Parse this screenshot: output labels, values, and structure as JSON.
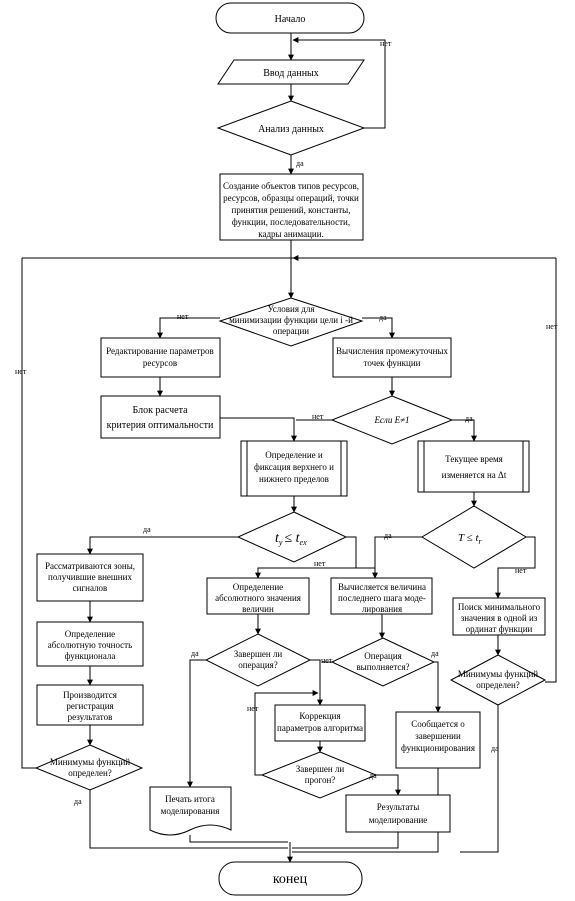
{
  "start": "Начало",
  "input": "Ввод данных",
  "analysis": "Анализ данных",
  "create": [
    "Создание  объектов типов ресурсов,",
    "ресурсов, образцы операций, точки",
    "принятия решений, константы,",
    "функции, последовательности,",
    "кадры анимации."
  ],
  "conditions": [
    "Условия для",
    "минимизации функции цели i -й",
    "операции"
  ],
  "edit": [
    "Редактирование параметров",
    "ресурсов"
  ],
  "calc_points": [
    "Вычисления промежуточных",
    "точек функции"
  ],
  "block_criteria": [
    "Блок расчета",
    "критерия оптимальности"
  ],
  "if_e": "Если E≠1",
  "bounds": [
    "Определение и",
    "фиксация верхнего и",
    "нижнего пределов"
  ],
  "time_change": [
    "Текущее время",
    "изменяется на Δt"
  ],
  "ty_cond": "t",
  "ty_cond_sub1": "у",
  "ty_cond_op": "≤ t",
  "ty_cond_sub2": "ex",
  "t_cond": "T ≤ t",
  "t_cond_sub": "r",
  "zones": [
    "Рассматриваются зоны,",
    "получившие  внешних",
    "сигналов"
  ],
  "abs_value": [
    "Определение",
    "абсолютного значения",
    "величин"
  ],
  "last_step": [
    "Вычисляется величина",
    "последнего шага моде-",
    "лирования"
  ],
  "search_min": [
    "Поиск минимального",
    "значения в одной из",
    "ординат функции"
  ],
  "abs_accuracy": [
    "Определение",
    "абсолютную точность",
    "функционала"
  ],
  "finished_op": [
    "Завершен ли",
    "операция?"
  ],
  "op_done": [
    "Операция",
    "выполняется?"
  ],
  "min_defined_right": [
    "Минимумы функций",
    "определен?"
  ],
  "registration": [
    "Производится",
    "регистрация",
    "результатов"
  ],
  "correction": [
    "Коррекция",
    "параметров алгоритма"
  ],
  "report_finish": [
    "Сообщается о",
    "завершении",
    "функционирования"
  ],
  "finished_run": [
    "Завершен ли",
    "прогон?"
  ],
  "min_defined_left": [
    "Минимумы функций",
    "определен?"
  ],
  "print_result": [
    "Печать итога",
    "моделирования"
  ],
  "results": [
    "Результаты",
    "моделирование"
  ],
  "end": "конец",
  "labels": {
    "no": "нет",
    "yes": "да"
  }
}
